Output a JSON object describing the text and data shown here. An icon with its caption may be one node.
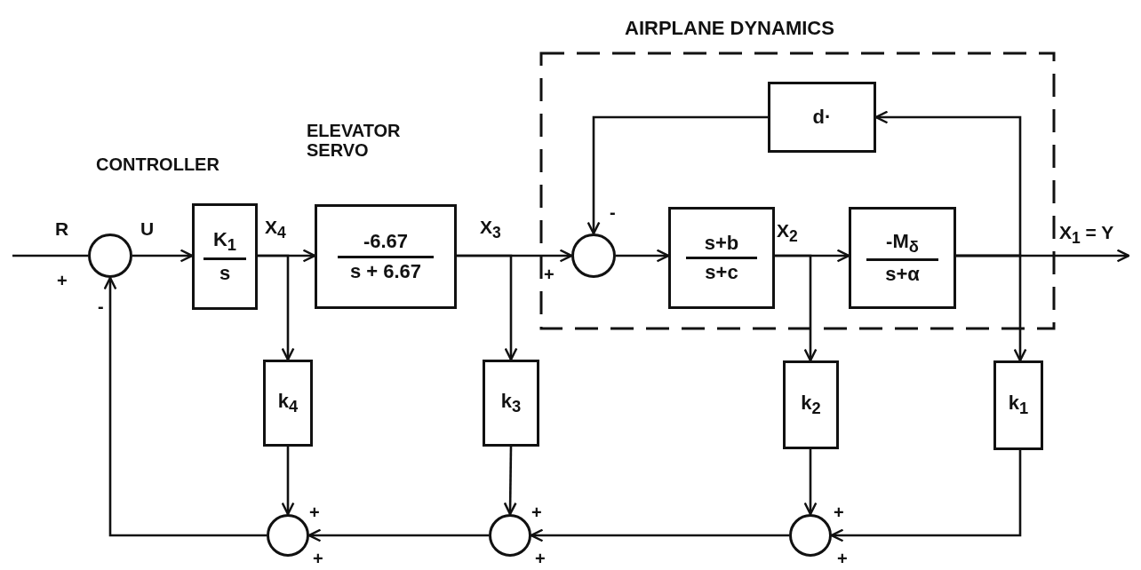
{
  "diagram": {
    "nodes": [
      {
        "text": [],
        "shape": "circle",
        "beside": [
          "+",
          "-"
        ]
      },
      {
        "text": [
          "K$_{1}$",
          "s"
        ],
        "beside": [
          "CONTROLLER"
        ]
      },
      {
        "text": [
          "-6.67",
          "s + 6.67"
        ],
        "beside": [
          "ELEVATOR SERVO"
        ]
      },
      {
        "text": [
          "AIRPLANE DYNAMICS"
        ]
      },
      {
        "text": [],
        "shape": "circle",
        "in": 3,
        "beside": [
          "-",
          "+"
        ]
      },
      {
        "text": [
          "d·"
        ],
        "in": 3
      },
      {
        "text": [
          "s+b",
          "s+c"
        ],
        "in": 3
      },
      {
        "text": [
          "-M$_{δ}$",
          "s+α"
        ],
        "in": 3
      },
      {
        "text": [
          "k$_{4}$"
        ]
      },
      {
        "text": [
          "k$_{3}$"
        ]
      },
      {
        "text": [
          "k$_{2}$"
        ]
      },
      {
        "text": [
          "k$_{1}$"
        ]
      },
      {
        "text": [],
        "shape": "circle",
        "beside": [
          "+",
          "+"
        ]
      },
      {
        "text": [],
        "shape": "circle",
        "beside": [
          "+",
          "+"
        ]
      },
      {
        "text": [],
        "shape": "circle",
        "beside": [
          "+",
          "+"
        ]
      }
    ],
    "edges": [
      {
        "from": null,
        "to": 0,
        "arrow": "none",
        "label": "R"
      },
      {
        "from": 0,
        "to": 1,
        "arrow": "to",
        "label": "U"
      },
      {
        "from": 1,
        "to": 2,
        "arrow": "to",
        "label": "X$_{4}$"
      },
      {
        "from": 2,
        "to": 4,
        "arrow": "to",
        "label": "X$_{3}$"
      },
      {
        "from": 4,
        "to": 6,
        "arrow": "to"
      },
      {
        "from": 6,
        "to": 7,
        "arrow": "to",
        "label": "X$_{2}$"
      },
      {
        "from": 7,
        "to": null,
        "arrow": "to",
        "label": "X$_{1}$ = Y"
      },
      {
        "from": 7,
        "to": 5,
        "arrow": "to"
      },
      {
        "from": 5,
        "to": 4,
        "arrow": "to"
      },
      {
        "from": 1,
        "to": 8,
        "arrow": "to"
      },
      {
        "from": 2,
        "to": 9,
        "arrow": "to"
      },
      {
        "from": 6,
        "to": 10,
        "arrow": "to"
      },
      {
        "from": 7,
        "to": 11,
        "arrow": "to"
      },
      {
        "from": 8,
        "to": 12,
        "arrow": "to"
      },
      {
        "from": 9,
        "to": 13,
        "arrow": "to"
      },
      {
        "from": 10,
        "to": 14,
        "arrow": "to"
      },
      {
        "from": 11,
        "to": 14,
        "arrow": "to"
      },
      {
        "from": 14,
        "to": 13,
        "arrow": "to"
      },
      {
        "from": 13,
        "to": 12,
        "arrow": "to"
      },
      {
        "from": 12,
        "to": 0,
        "arrow": "to"
      }
    ]
  }
}
